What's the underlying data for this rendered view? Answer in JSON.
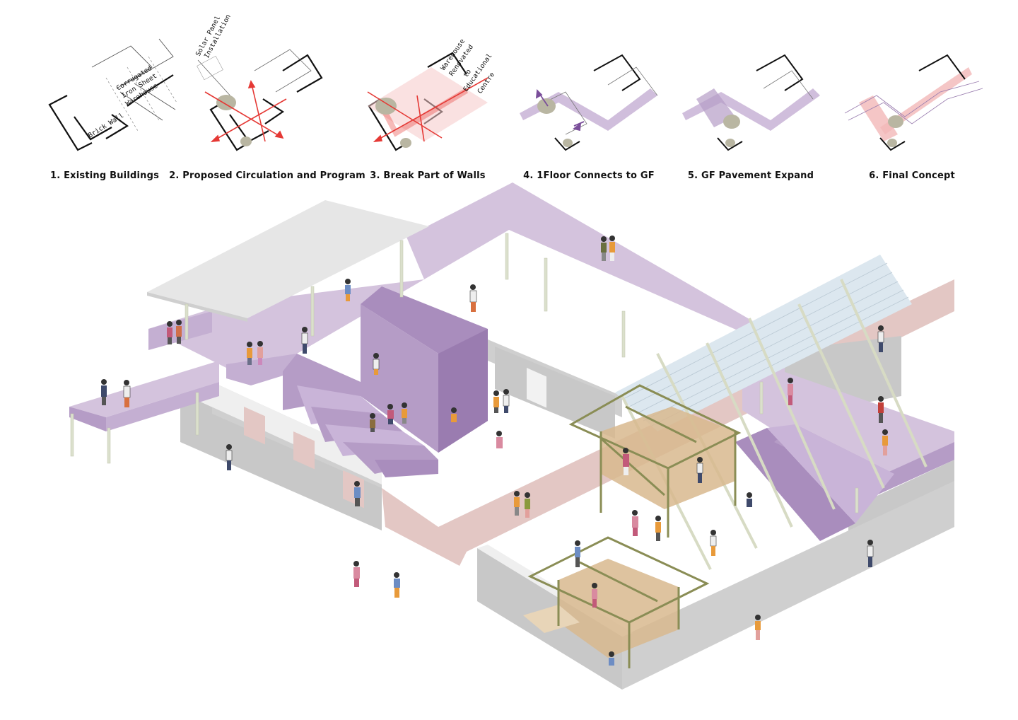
{
  "diagrams": [
    {
      "caption": "1. Existing Buildings",
      "labels": [
        "Brick Wall",
        "Corrugated",
        "Iron Sheet",
        "Warehouse"
      ]
    },
    {
      "caption": "2. Proposed Circulation and Program",
      "labels": [
        "Solar Panel",
        "Installation"
      ]
    },
    {
      "caption": "3. Break Part of Walls",
      "labels": [
        "Warehouse",
        "Renovated",
        "to",
        "Educational",
        "Centre"
      ]
    },
    {
      "caption": "4. 1Floor Connects to GF",
      "labels": []
    },
    {
      "caption": "5. GF Pavement Expand",
      "labels": []
    },
    {
      "caption": "6. Final Concept",
      "labels": []
    }
  ],
  "colors": {
    "wall": "#c8c8c8",
    "wall_top": "#f2f2f2",
    "deck": "#d4c3dd",
    "deck_side": "#b59cc6",
    "stairs": "#a98dbd",
    "pavement": "#e3c7c4",
    "roof": "#e6e6e6",
    "solar": "#dce7ef",
    "frame": "#8a8d55",
    "wood": "#d8b98e",
    "tree": "#c9c7b5",
    "arrow_red": "#e53935",
    "arrow_purple": "#7a4e9a",
    "column": "#dbe0cc"
  }
}
